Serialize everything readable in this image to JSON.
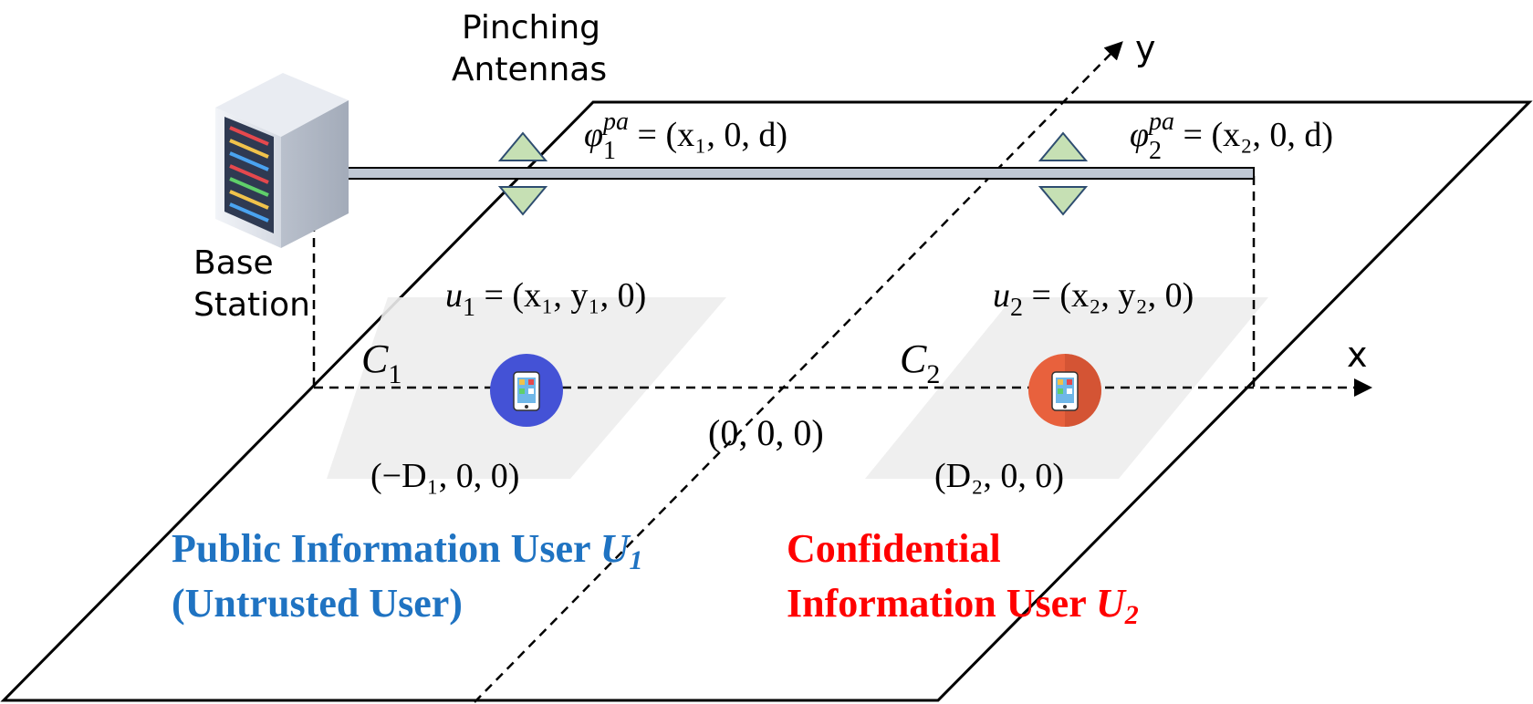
{
  "labels": {
    "pinching_line1": "Pinching",
    "pinching_line2": "Antennas",
    "base_station_line1": "Base",
    "base_station_line2": "Station",
    "axis_x": "x",
    "axis_y": "y",
    "origin": "(0, 0, 0)",
    "c1_letter": "C",
    "c1_sub": "1",
    "c2_letter": "C",
    "c2_sub": "2"
  },
  "formulas": {
    "phi1": {
      "var": "φ",
      "sub": "1",
      "sup": "pa",
      "rhs": " = (x₁, 0, d)"
    },
    "phi2": {
      "var": "φ",
      "sub": "2",
      "sup": "pa",
      "rhs": " = (x₂, 0, d)"
    },
    "u1": {
      "var": "u",
      "sub": "1",
      "rhs": " = (x₁, y₁, 0)"
    },
    "u2": {
      "var": "u",
      "sub": "2",
      "rhs": " = (x₂, y₂, 0)"
    },
    "neg_d1": "(−D₁, 0, 0)",
    "d2": "(D₂, 0, 0)"
  },
  "users": {
    "public_line1": "Public Information User ",
    "public_symbol": "U",
    "public_sub": "1",
    "public_line2": "(Untrusted User)",
    "confidential_line1": "Confidential",
    "confidential_line2": "Information User ",
    "confidential_symbol": "U",
    "confidential_sub": "2"
  },
  "colors": {
    "public_blue": "#1f73c2",
    "confidential_red": "#ff0000",
    "user1_circle": "#4452d6",
    "user2_circle": "#e8613d",
    "antenna_green": "#c6e0b4",
    "waveguide": "#c0c8d4",
    "zone_gray": "#ededed"
  },
  "icons": {
    "base_station": "server-rack-icon",
    "user1": "smartphone-icon",
    "user2": "smartphone-icon"
  }
}
